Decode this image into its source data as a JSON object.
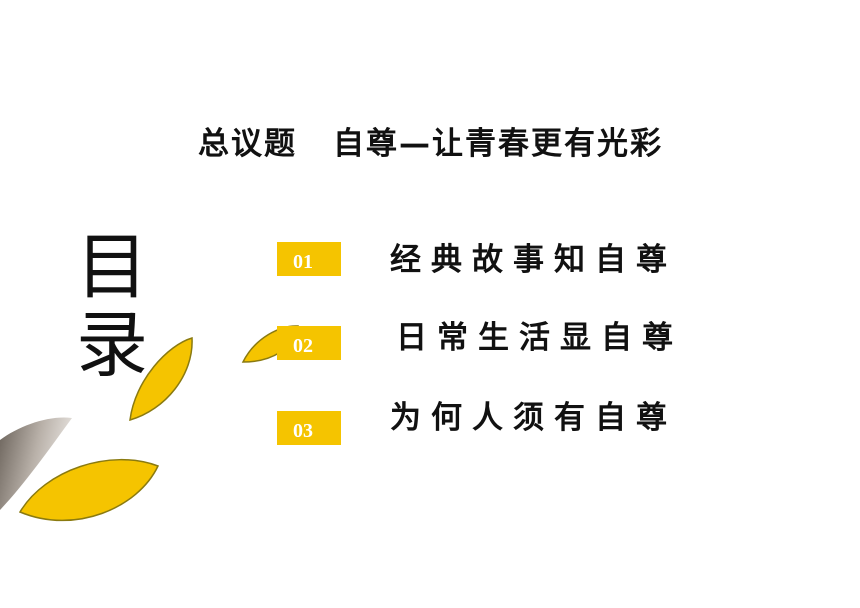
{
  "slide": {
    "title_prefix": "总议题",
    "title_main": "自尊—让青春更有光彩",
    "toc_heading_chars": [
      "目",
      "录"
    ],
    "items": [
      {
        "number": "01",
        "label": "经典故事知自尊"
      },
      {
        "number": "02",
        "label": "日常生活显自尊"
      },
      {
        "number": "03",
        "label": "为何人须有自尊"
      }
    ]
  },
  "colors": {
    "accent": "#f5c400",
    "leaf_edge": "#8a7a10",
    "text": "#111111"
  }
}
